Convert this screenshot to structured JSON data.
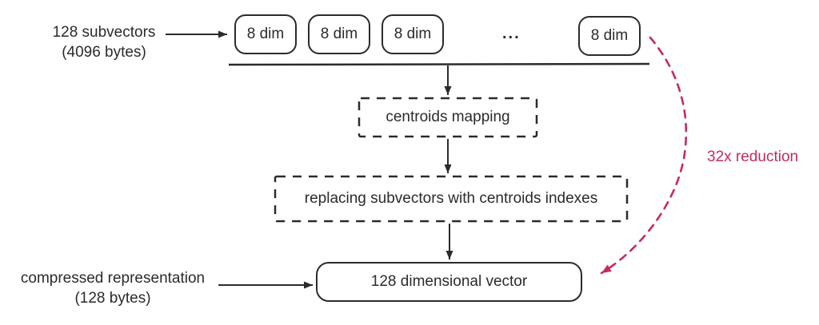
{
  "diagram": {
    "colors": {
      "stroke": "#2b2b2b",
      "accent": "#c52a60",
      "background": "#ffffff"
    },
    "input_label": {
      "line1": "128 subvectors",
      "line2": "(4096 bytes)"
    },
    "subvectors": {
      "box_labels": [
        "8 dim",
        "8 dim",
        "8 dim",
        "8 dim"
      ],
      "ellipsis": "..."
    },
    "steps": {
      "step1": "centroids mapping",
      "step2": "replacing subvectors with centroids indexes"
    },
    "output": {
      "box_label": "128 dimensional vector"
    },
    "output_label": {
      "line1": "compressed representation",
      "line2": "(128 bytes)"
    },
    "reduction": {
      "label": "32x reduction"
    }
  }
}
